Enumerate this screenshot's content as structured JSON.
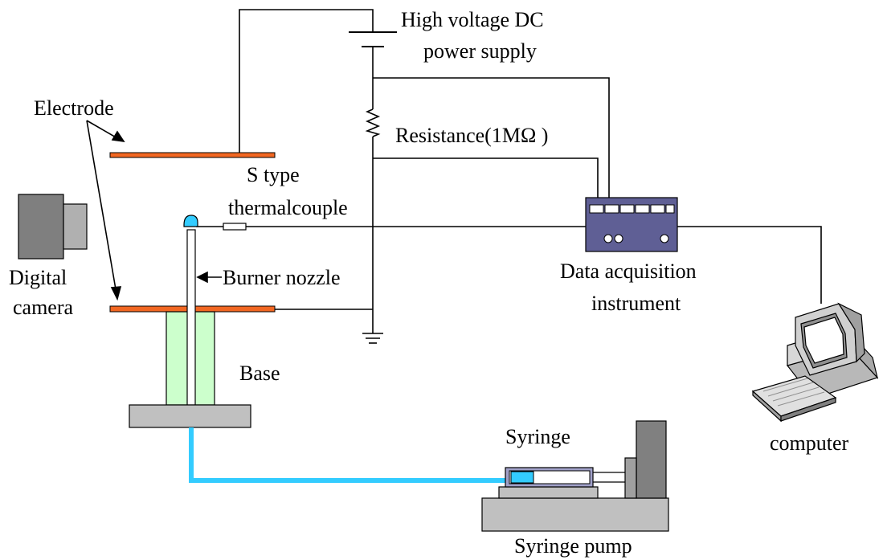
{
  "labels": {
    "power_supply_line1": "High voltage DC",
    "power_supply_line2": "power supply",
    "electrode": "Electrode",
    "resistance": "Resistance(1MΩ )",
    "thermocouple_line1": "S type",
    "thermocouple_line2": "thermalcouple",
    "camera_line1": "Digital",
    "camera_line2": "camera",
    "burner_nozzle": "Burner nozzle",
    "daq_line1": "Data acquisition",
    "daq_line2": "instrument",
    "base": "Base",
    "syringe": "Syringe",
    "computer": "computer",
    "syringe_pump": "Syringe pump"
  },
  "colors": {
    "electrode": "#f26722",
    "base_glass": "#ccffcc",
    "fuel_line": "#33ccff",
    "syringe_fluid": "#33ccff",
    "daq_body": "#5f5f95",
    "gray_block": "#c0c0c0",
    "camera_dark": "#7f7f7f",
    "camera_light": "#b0b0b0",
    "wire": "#000000"
  },
  "icons": {
    "camera": "digital-camera-icon",
    "computer": "desktop-computer-icon",
    "ground": "ground-symbol-icon",
    "resistor": "resistor-symbol-icon",
    "battery": "dc-source-symbol-icon"
  }
}
